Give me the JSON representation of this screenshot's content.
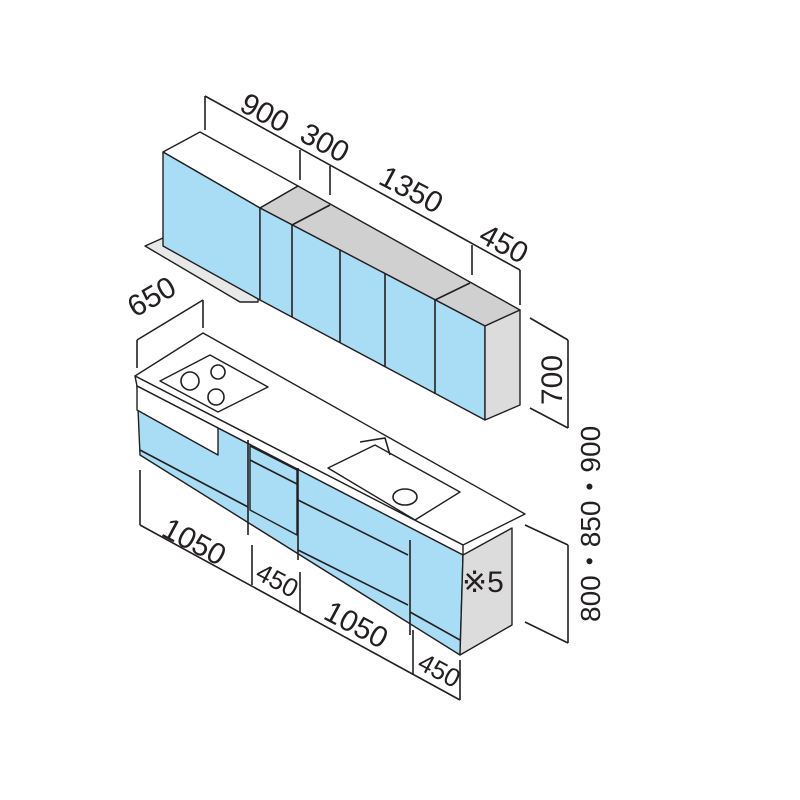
{
  "colors": {
    "door": "#a9dcf5",
    "side": "#dcdcdc",
    "top": "#ffffff",
    "line": "#231f20"
  },
  "upper": {
    "widths": [
      "900",
      "300",
      "1350",
      "450"
    ],
    "height": "700"
  },
  "lower": {
    "depth": "650",
    "widths": [
      "1050",
      "450",
      "1050",
      "450"
    ],
    "height": "800・850・900",
    "note": "※5"
  }
}
